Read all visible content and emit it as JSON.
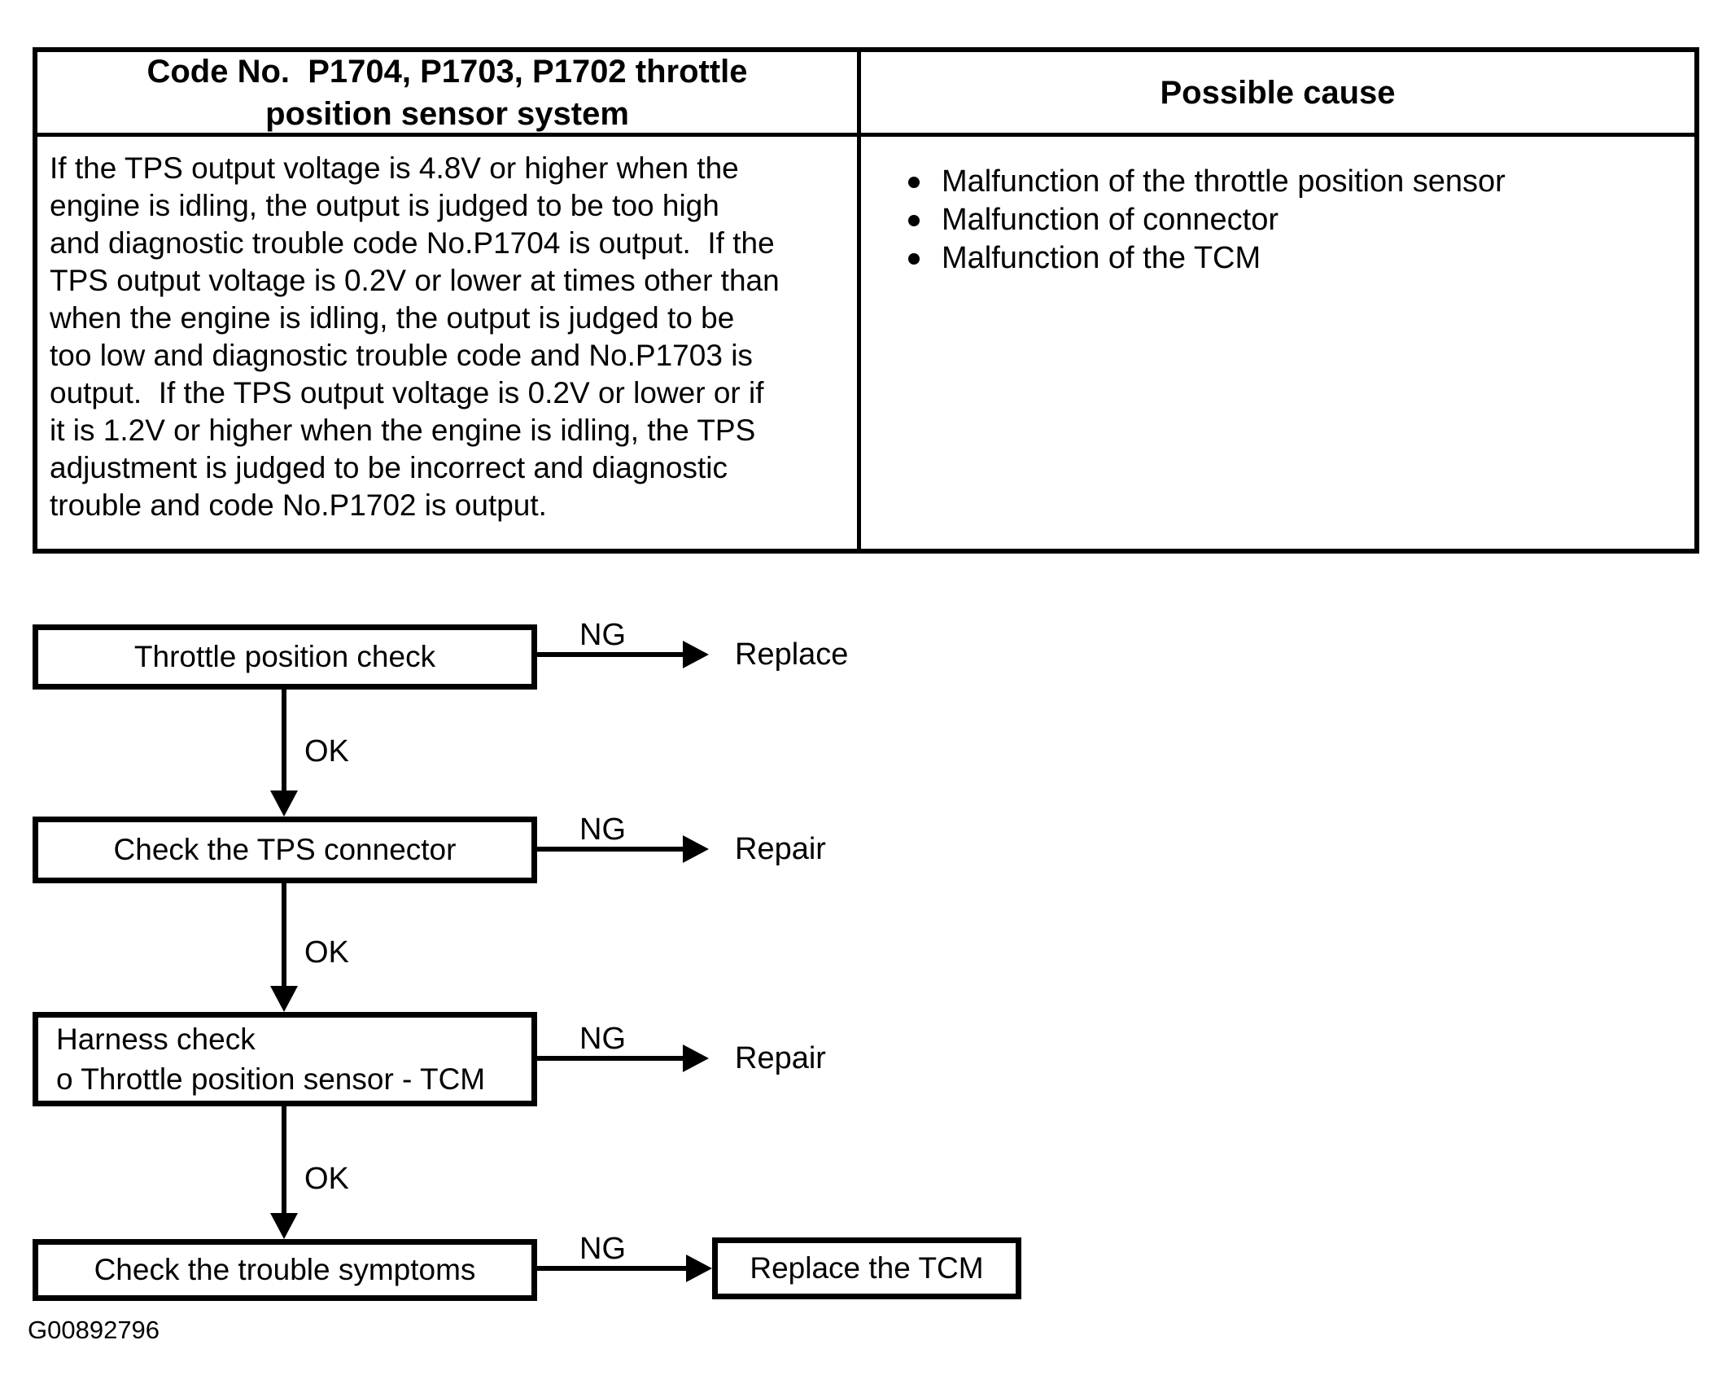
{
  "table": {
    "header": {
      "code_title": "Code No.  P1704, P1703, P1702 throttle\nposition sensor system",
      "cause_title": "Possible cause"
    },
    "description": "If the TPS output voltage is 4.8V or higher when the\nengine is idling, the output is judged to be too high\nand diagnostic trouble code No.P1704 is output.  If the\nTPS output voltage is 0.2V or lower at times other than\nwhen the engine is idling, the output is judged to be\ntoo low and diagnostic trouble code and No.P1703 is\noutput.  If the TPS output voltage is 0.2V or lower or if\nit is 1.2V or higher when the engine is idling, the TPS\nadjustment is judged to be incorrect and diagnostic\ntrouble and code No.P1702 is output.",
    "causes": [
      "Malfunction of the throttle position sensor",
      "Malfunction of connector",
      "Malfunction of the TCM"
    ]
  },
  "flowchart": {
    "steps": [
      {
        "label": "Throttle position check",
        "branch_label": "NG",
        "result": "Replace",
        "ok_label": "OK"
      },
      {
        "label": "Check the TPS connector",
        "branch_label": "NG",
        "result": "Repair",
        "ok_label": "OK"
      },
      {
        "label": "Harness check\no Throttle position sensor - TCM",
        "branch_label": "NG",
        "result": "Repair",
        "ok_label": "OK"
      },
      {
        "label": "Check the trouble symptoms",
        "branch_label": "NG",
        "result": "Replace the TCM"
      }
    ]
  },
  "figure_id": "G00892796"
}
